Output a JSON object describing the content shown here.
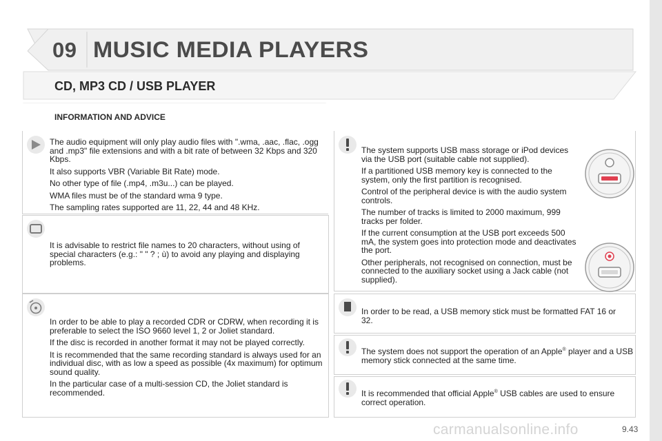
{
  "chapter": {
    "number": "09",
    "title": "MUSIC MEDIA PLAYERS"
  },
  "section_title": "CD, MP3 CD / USB PLAYER",
  "subsection_title": "INFORMATION AND ADVICE",
  "panels": {
    "audio_formats": {
      "icon": "speaker-icon",
      "paragraphs": [
        "The audio equipment will only play audio files with \".wma, .aac, .flac, .ogg and .mp3\" file extensions and with a bit rate of between 32 Kbps and 320 Kbps.",
        "It also supports VBR (Variable Bit Rate) mode.",
        "No other type of file (.mp4, .m3u...) can be played.",
        "WMA files must be of the standard wma 9 type.",
        "The sampling rates supported are 11, 22, 44 and 48 KHz."
      ]
    },
    "file_names": {
      "icon": "monitor-icon",
      "paragraphs": [
        "It is advisable to restrict file names to 20 characters, without using of special characters (e.g.: \" \" ? ; ù) to avoid any playing and displaying problems."
      ]
    },
    "cdr": {
      "icon": "cd-icon",
      "paragraphs": [
        "In order to be able to play a recorded CDR or CDRW, when recording it is preferable to select the ISO 9660 level 1, 2 or Joliet standard.",
        "If the disc is recorded in another format it may not be played correctly.",
        "It is recommended that the same recording standard is always used for an individual disc, with as low a speed as possible (4x maximum) for optimum sound quality.",
        "In the particular case of a multi-session CD, the Joliet standard is recommended."
      ]
    },
    "usb_storage": {
      "icon": "warning-icon",
      "paragraphs": [
        "The system supports USB mass storage or iPod devices via the USB port (suitable cable not supplied).",
        "If a partitioned USB memory key is connected to the system, only the first partition is recognised.",
        "Control of the peripheral device is with the audio system controls.",
        "The number of tracks is limited to 2000 maximum, 999 tracks per folder.",
        "If the current consumption at the USB port exceeds 500 mA, the system goes into protection mode and deactivates the port.",
        "Other peripherals, not recognised on connection, must be connected to the auxiliary socket using a Jack cable (not supplied)."
      ],
      "images": [
        "usb-port-icon",
        "usb-port-icon"
      ]
    },
    "fat": {
      "icon": "info-square-icon",
      "paragraphs": [
        "In order to be read, a USB memory stick must be formatted FAT 16 or 32."
      ]
    },
    "apple_player": {
      "icon": "warning-icon",
      "text_before": "The system does not support the operation of an Apple",
      "sup": "®",
      "text_after": " player and a USB memory stick connected at the same time."
    },
    "apple_cables": {
      "icon": "warning-icon",
      "text_before": "It is recommended that official Apple",
      "sup": "®",
      "text_after": " USB cables are used to ensure correct operation."
    }
  },
  "page_number": "9.43",
  "watermark": "carmanualsonline.info",
  "colors": {
    "header_band": "#eeeeee",
    "border": "#cfcfcf",
    "usb_red": "#e04050"
  }
}
